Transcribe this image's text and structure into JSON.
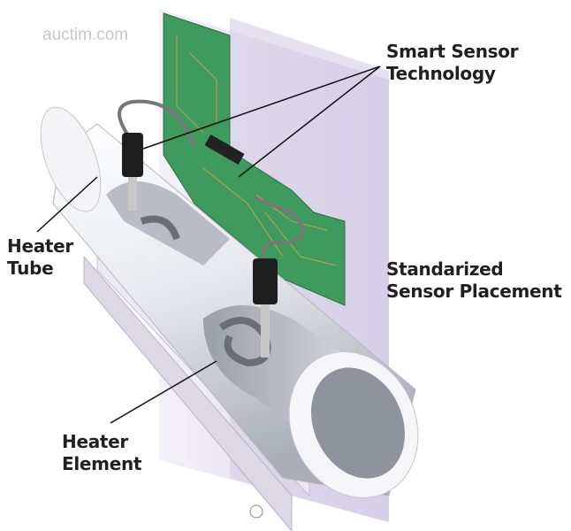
{
  "watermark": "auctim.com",
  "labels": {
    "smart_sensor": [
      "Smart Sensor",
      "Technology"
    ],
    "heater_tube": [
      "Heater",
      "Tube"
    ],
    "sensor_placement": [
      "Standarized",
      "Sensor Placement"
    ],
    "heater_element": [
      "Heater",
      "Element"
    ]
  },
  "colors": {
    "panel": "#e4dff0",
    "pcb": "#3f9a5e",
    "tube": "#eef0f3",
    "label": "#231f20"
  }
}
